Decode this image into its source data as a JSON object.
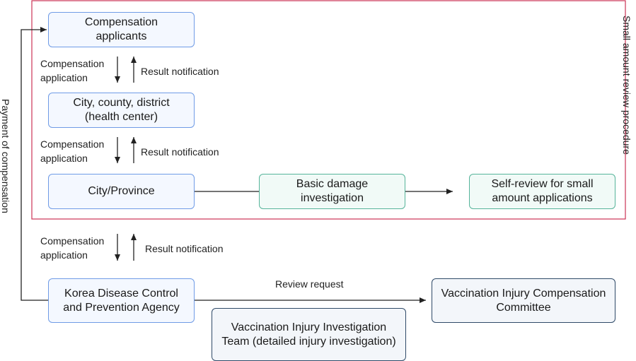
{
  "boxes": {
    "applicants": [
      "Compensation",
      "applicants"
    ],
    "city_county": [
      "City, county, district",
      "(health center)"
    ],
    "city_province": [
      "City/Province"
    ],
    "basic_damage": [
      "Basic damage",
      "investigation"
    ],
    "self_review": [
      "Self-review for small",
      "amount applications"
    ],
    "kdca": [
      "Korea Disease Control",
      "and Prevention Agency"
    ],
    "committee": [
      "Vaccination Injury Compensation",
      "Committee"
    ],
    "investigation_team": [
      "Vaccination Injury Investigation",
      "Team (detailed injury investigation)"
    ]
  },
  "labels": {
    "comp_application": [
      "Compensation",
      "application"
    ],
    "result_notification": "Result notification",
    "review_request": "Review request",
    "payment": "Payment of compensation",
    "small_amount": "Small amount review procedure"
  },
  "colors": {
    "region_border": "#cc3355",
    "blue_box": "#6f9be6",
    "teal_box": "#56b49a",
    "dark_box": "#2f4a68"
  }
}
